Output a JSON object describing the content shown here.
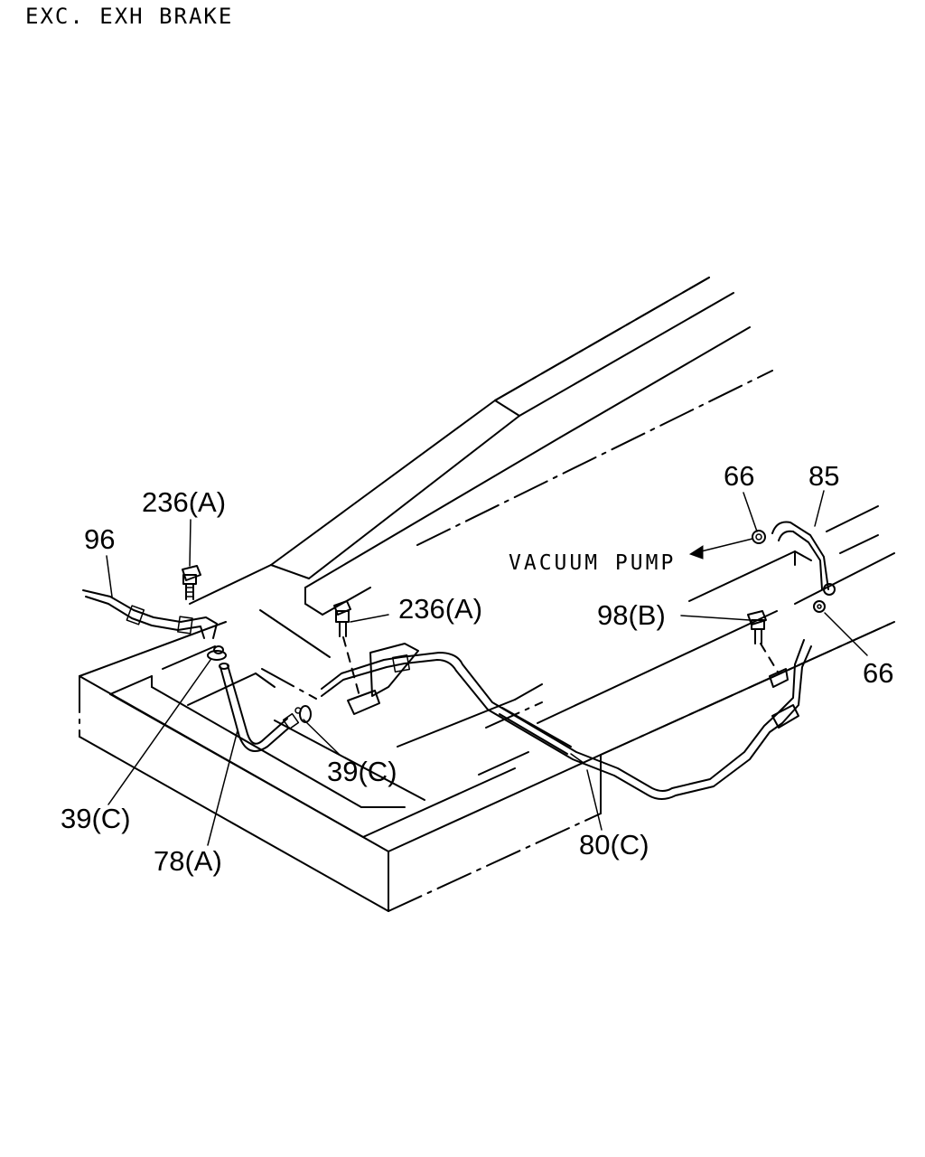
{
  "title": "EXC. EXH BRAKE",
  "direction_label": "VACUUM PUMP",
  "callouts": {
    "c96": "96",
    "c236a_left": "236(A)",
    "c236a_center": "236(A)",
    "c39c_left": "39(C)",
    "c39c_center": "39(C)",
    "c78a": "78(A)",
    "c80c": "80(C)",
    "c98b": "98(B)",
    "c66_top": "66",
    "c66_right": "66",
    "c85": "85"
  }
}
